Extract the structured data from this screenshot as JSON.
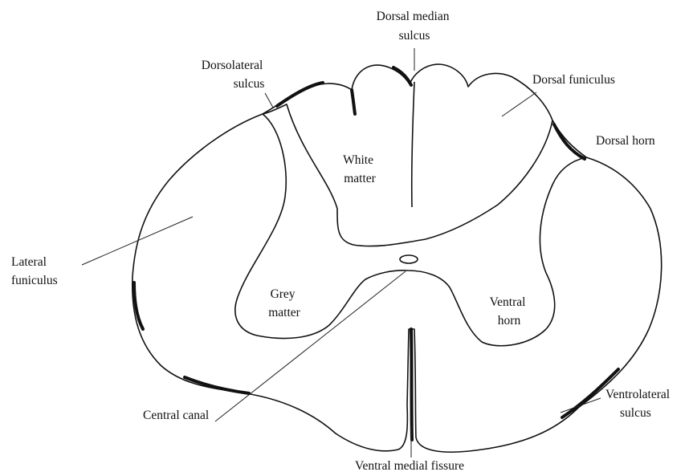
{
  "labels": {
    "dorsal_median_sulcus": [
      "Dorsal median",
      "sulcus"
    ],
    "dorsolateral_sulcus": [
      "Dorsolateral",
      "sulcus"
    ],
    "dorsal_funiculus": [
      "Dorsal funiculus"
    ],
    "dorsal_horn": [
      "Dorsal horn"
    ],
    "white_matter": [
      "White",
      "matter"
    ],
    "lateral_funiculus": [
      "Lateral",
      "funiculus"
    ],
    "grey_matter": [
      "Grey",
      "matter"
    ],
    "ventral_horn": [
      "Ventral",
      "horn"
    ],
    "central_canal": [
      "Central canal"
    ],
    "ventrolateral_sulcus": [
      "Ventrolateral",
      "sulcus"
    ],
    "ventral_medial_fissure": [
      "Ventral medial fissure"
    ]
  }
}
